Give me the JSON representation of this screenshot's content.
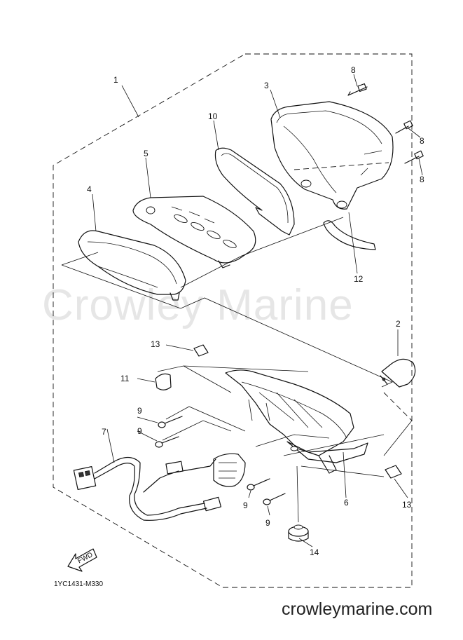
{
  "watermark": "Crowley Marine",
  "site_name": "crowleymarine.com",
  "diagram_code": "1YC1431-M330",
  "fwd_label": "FWD",
  "callouts": {
    "c1": "1",
    "c2": "2",
    "c3": "3",
    "c4": "4",
    "c5": "5",
    "c6": "6",
    "c7": "7",
    "c8a": "8",
    "c8b": "8",
    "c8c": "8",
    "c9a": "9",
    "c9b": "9",
    "c9c": "9",
    "c9d": "9",
    "c10": "10",
    "c11": "11",
    "c12": "12",
    "c13a": "13",
    "c13b": "13",
    "c14": "14"
  }
}
